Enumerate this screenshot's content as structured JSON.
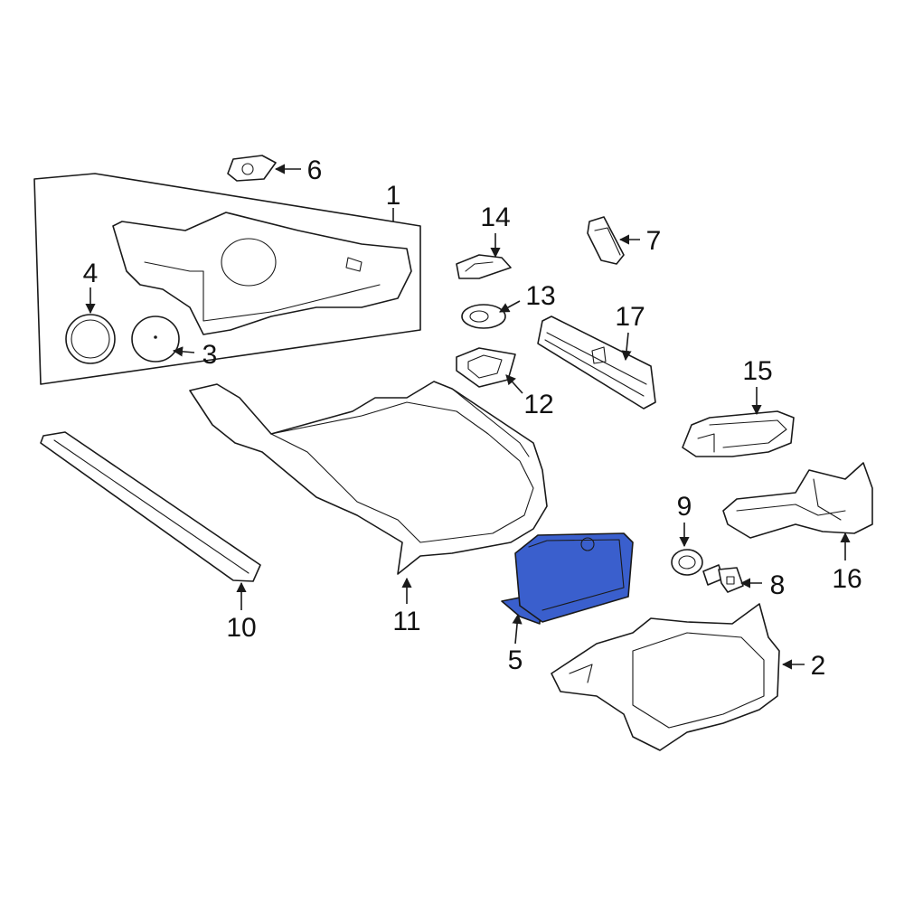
{
  "colors": {
    "highlight": "#3a5fcd",
    "line": "#1a1a1a",
    "background": "#ffffff"
  },
  "callouts": {
    "c1": "1",
    "c2": "2",
    "c3": "3",
    "c4": "4",
    "c5": "5",
    "c6": "6",
    "c7": "7",
    "c8": "8",
    "c9": "9",
    "c10": "10",
    "c11": "11",
    "c12": "12",
    "c13": "13",
    "c14": "14",
    "c15": "15",
    "c16": "16",
    "c17": "17"
  },
  "highlighted_part": "5"
}
